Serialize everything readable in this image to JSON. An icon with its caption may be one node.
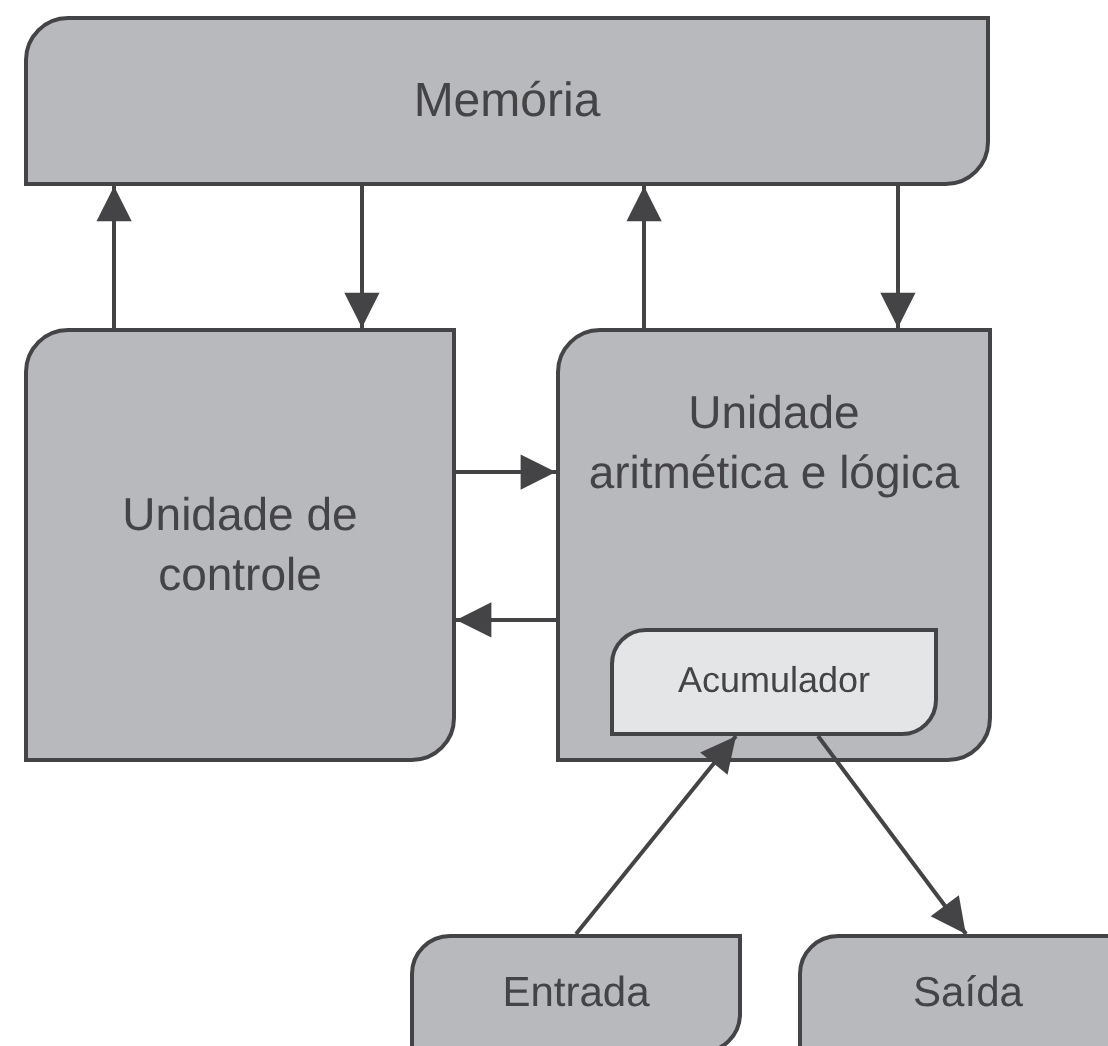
{
  "diagram": {
    "nodes": [
      {
        "text": [
          "Memória"
        ]
      },
      {
        "text": [
          "Unidade de controle"
        ]
      },
      {
        "text": [
          "Unidade aritmética e lógica"
        ]
      },
      {
        "text": [
          "Acumulador"
        ],
        "in": 2
      },
      {
        "text": [
          "Entrada"
        ]
      },
      {
        "text": [
          "Saída"
        ]
      }
    ],
    "edges": [
      {
        "from": 1,
        "to": 0,
        "arrow": "to"
      },
      {
        "from": 0,
        "to": 1,
        "arrow": "to"
      },
      {
        "from": 2,
        "to": 0,
        "arrow": "to"
      },
      {
        "from": 0,
        "to": 2,
        "arrow": "to"
      },
      {
        "from": 1,
        "to": 2,
        "arrow": "to"
      },
      {
        "from": 2,
        "to": 1,
        "arrow": "to"
      },
      {
        "from": 4,
        "to": 3,
        "arrow": "to"
      },
      {
        "from": 3,
        "to": 5,
        "arrow": "to"
      }
    ]
  }
}
